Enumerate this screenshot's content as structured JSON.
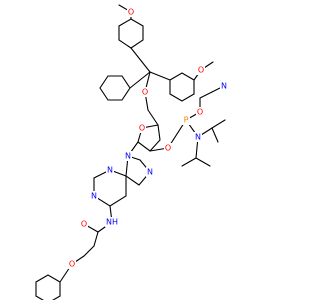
{
  "colors": {
    "bond": "#000000",
    "O": "#ff0000",
    "N": "#0000ff",
    "P": "#ff8000",
    "background": "#ffffff"
  },
  "atom_labels": {
    "o_ome_a": "O",
    "o_ome_b": "O",
    "o_5prime": "O",
    "o_ring": "O",
    "o_3prime": "O",
    "p_phos": "P",
    "o_phos_cyano": "O",
    "n_nitrile": "N",
    "n_diisopropyl": "N",
    "n9": "N",
    "n7": "N",
    "n3": "N",
    "n1": "N",
    "o_amide": "O",
    "n_amide": "NH",
    "o_ether": "O"
  }
}
